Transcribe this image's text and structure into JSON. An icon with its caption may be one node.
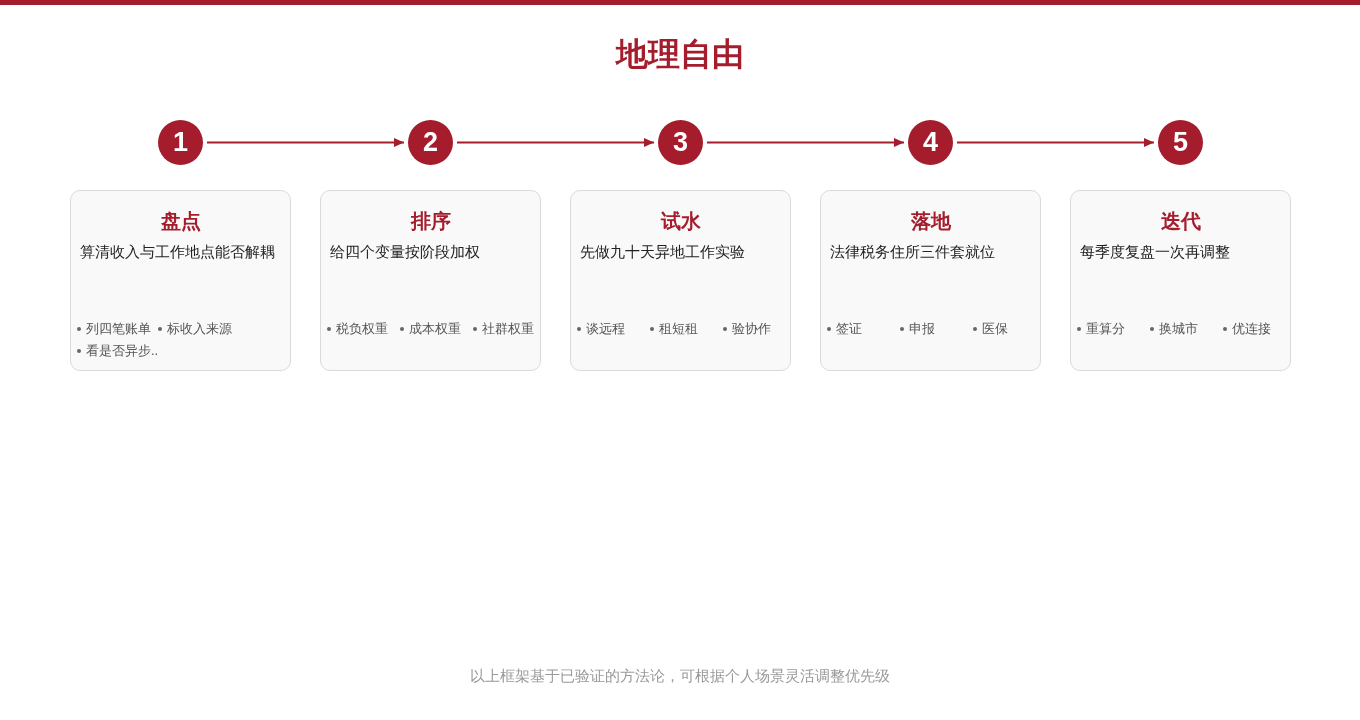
{
  "diagram": {
    "title": "地理自由",
    "nodes": [
      {
        "text": [
          "1"
        ]
      },
      {
        "text": [
          "2"
        ]
      },
      {
        "text": [
          "3"
        ]
      },
      {
        "text": [
          "4"
        ]
      },
      {
        "text": [
          "5"
        ]
      },
      {
        "text": [
          "盘点",
          "算清收入与工作地点能否解耦",
          "列四笔账单",
          "标收入来源",
          "看是否异步.."
        ]
      },
      {
        "text": [
          "排序",
          "给四个变量按阶段加权",
          "税负权重",
          "成本权重",
          "社群权重"
        ]
      },
      {
        "text": [
          "试水",
          "先做九十天异地工作实验",
          "谈远程",
          "租短租",
          "验协作"
        ]
      },
      {
        "text": [
          "落地",
          "法律税务住所三件套就位",
          "签证",
          "申报",
          "医保"
        ]
      },
      {
        "text": [
          "迭代",
          "每季度复盘一次再调整",
          "重算分",
          "换城市",
          "优连接"
        ]
      }
    ],
    "edges": [
      {
        "from": 0,
        "to": 1,
        "arrow": "to"
      },
      {
        "from": 1,
        "to": 2,
        "arrow": "to"
      },
      {
        "from": 2,
        "to": 3,
        "arrow": "to"
      },
      {
        "from": 3,
        "to": 4,
        "arrow": "to"
      }
    ],
    "caption": "以上框架基于已验证的方法论，可根据个人场景灵活调整优先级"
  }
}
